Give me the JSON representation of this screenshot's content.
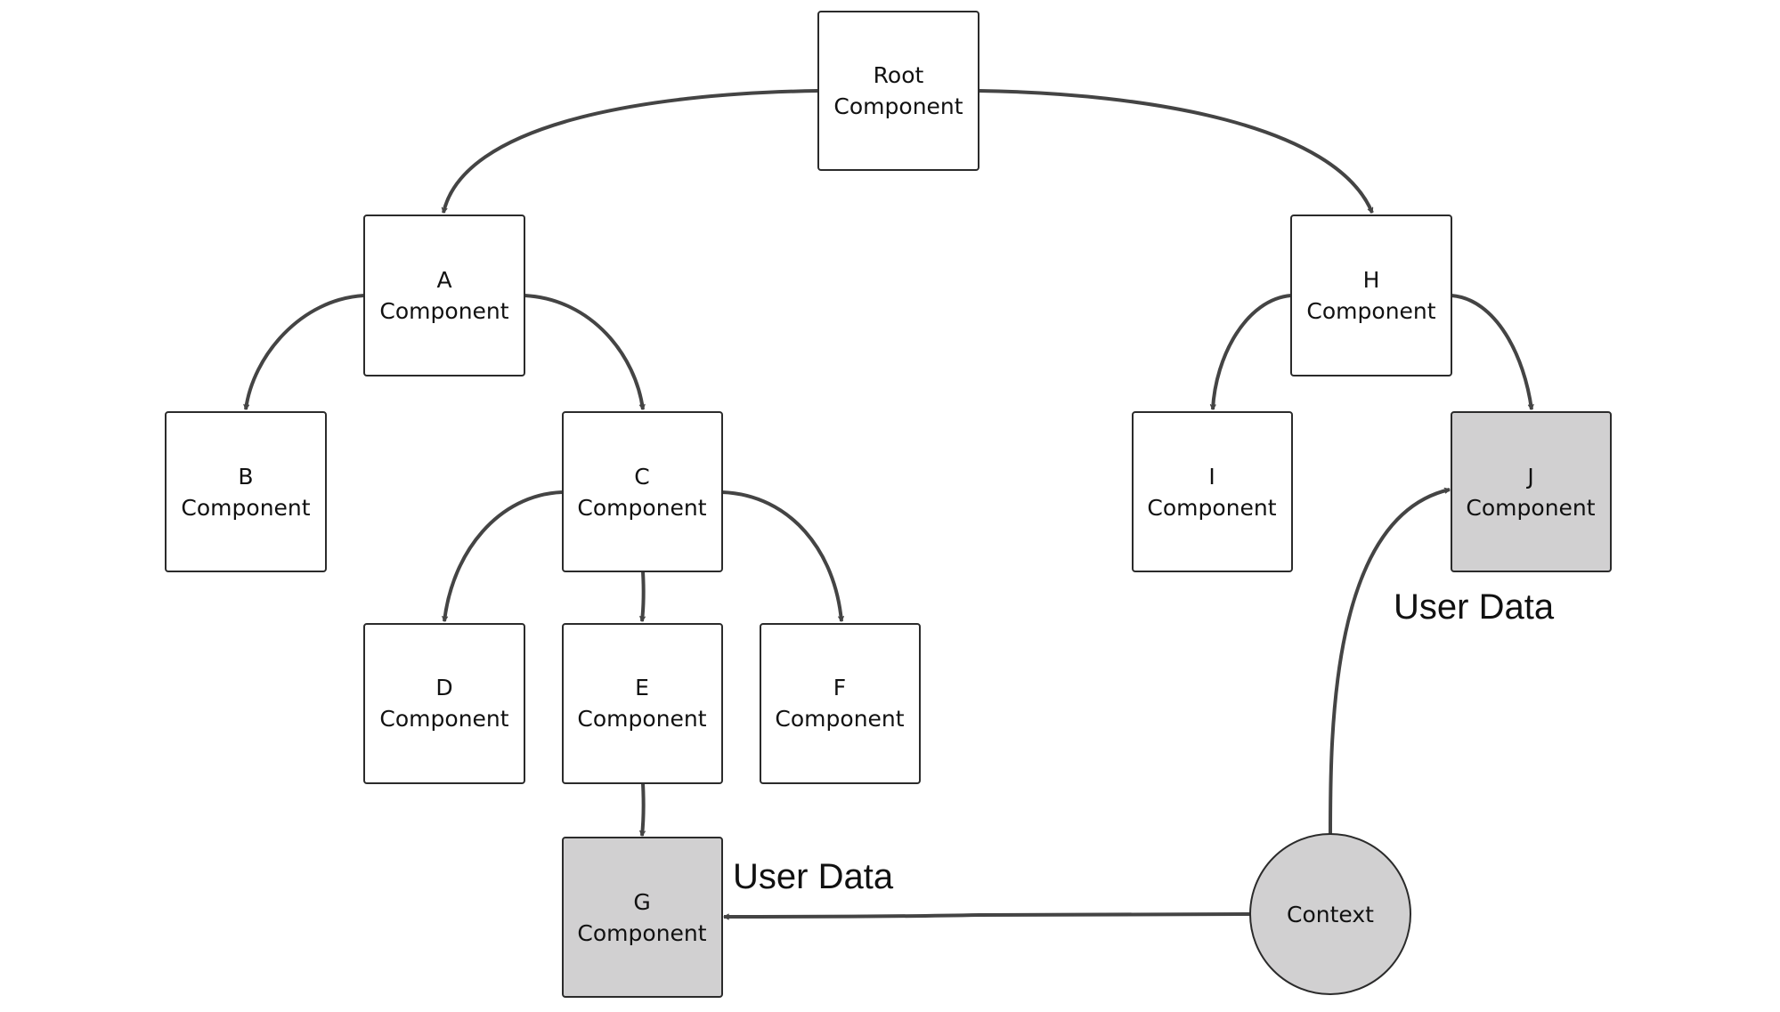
{
  "nodes": {
    "root": {
      "line1": "Root",
      "line2": "Component"
    },
    "a": {
      "line1": "A",
      "line2": "Component"
    },
    "b": {
      "line1": "B",
      "line2": "Component"
    },
    "c": {
      "line1": "C",
      "line2": "Component"
    },
    "d": {
      "line1": "D",
      "line2": "Component"
    },
    "e": {
      "line1": "E",
      "line2": "Component"
    },
    "f": {
      "line1": "F",
      "line2": "Component"
    },
    "g": {
      "line1": "G",
      "line2": "Component"
    },
    "h": {
      "line1": "H",
      "line2": "Component"
    },
    "i": {
      "line1": "I",
      "line2": "Component"
    },
    "j": {
      "line1": "J",
      "line2": "Component"
    },
    "context": {
      "label": "Context"
    }
  },
  "edge_labels": {
    "context_to_j": "User Data",
    "context_to_g": "User Data"
  },
  "colors": {
    "node_fill": "#ffffff",
    "highlight_fill": "#d1d0d1",
    "stroke": "#2b2b2b",
    "edge": "#444444"
  }
}
